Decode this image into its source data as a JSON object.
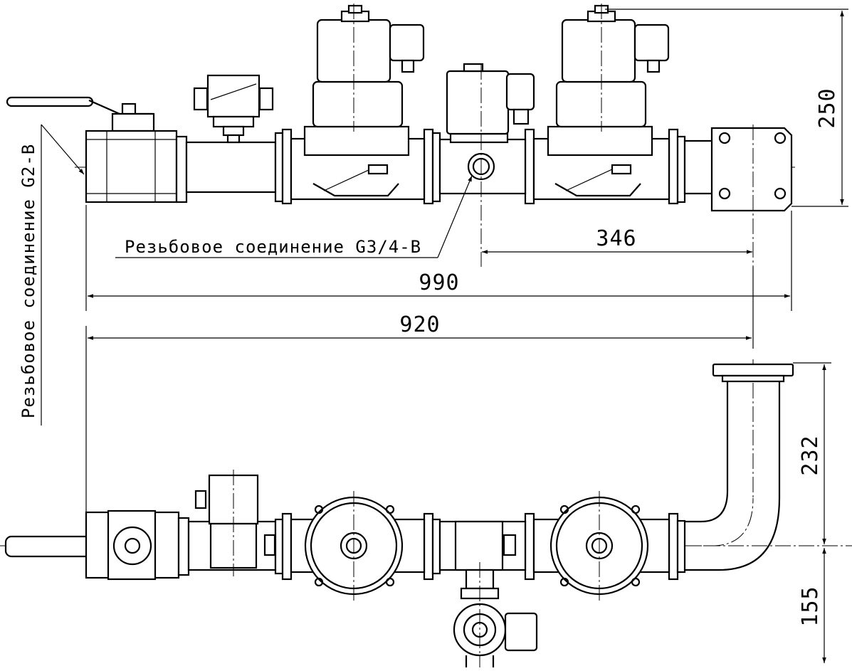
{
  "dimensions": {
    "d250": "250",
    "d346": "346",
    "d990": "990",
    "d920": "920",
    "d232": "232",
    "d155": "155"
  },
  "labels": {
    "thread_g34": "Резьбовое соединение G3/4-B",
    "thread_g2": "Резьбовое соединение G2-B"
  }
}
